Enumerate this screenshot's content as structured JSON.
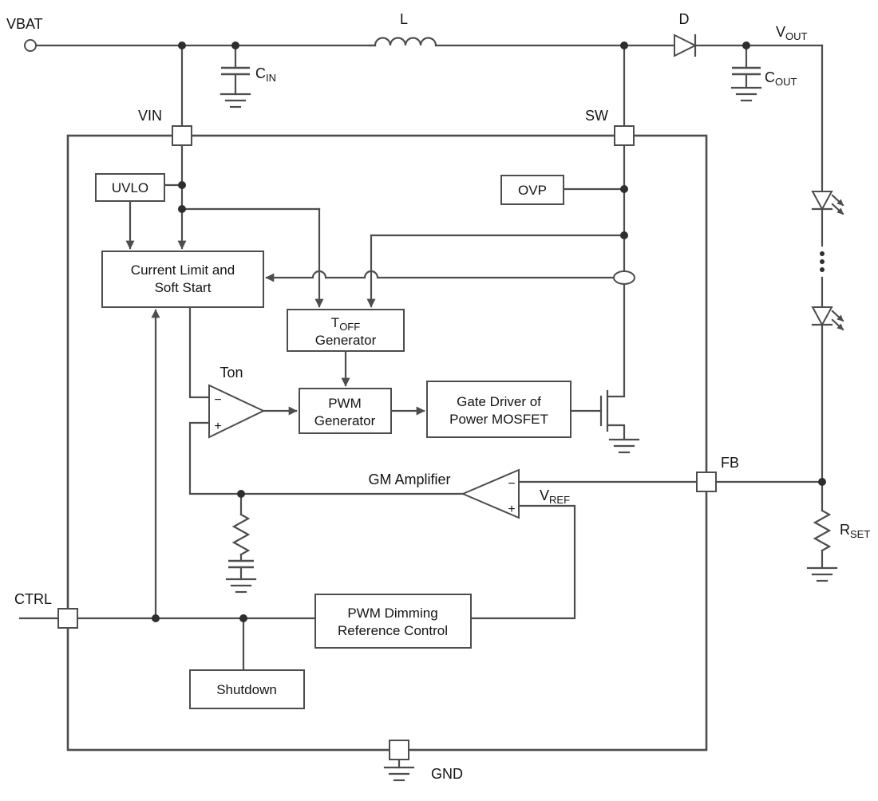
{
  "labels": {
    "vbat": "VBAT",
    "inductor": "L",
    "diode": "D",
    "vout": {
      "main": "V",
      "sub": "OUT"
    },
    "cin": {
      "main": "C",
      "sub": "IN"
    },
    "cout": {
      "main": "C",
      "sub": "OUT"
    },
    "rset": {
      "main": "R",
      "sub": "SET"
    },
    "vref": {
      "main": "V",
      "sub": "REF"
    },
    "ctrl": "CTRL",
    "gnd": "GND"
  },
  "pins": {
    "vin": "VIN",
    "sw": "SW",
    "fb": "FB"
  },
  "blocks": {
    "uvlo": "UVLO",
    "ovp": "OVP",
    "current_limit": {
      "line1": "Current Limit and",
      "line2": "Soft Start"
    },
    "toff": {
      "main": "T",
      "sub": "OFF",
      "line2": "Generator"
    },
    "pwm_gen": {
      "line1": "PWM",
      "line2": "Generator"
    },
    "gate_driver": {
      "line1": "Gate Driver of",
      "line2": "Power MOSFET"
    },
    "pwm_dimming": {
      "line1": "PWM Dimming",
      "line2": "Reference Control"
    },
    "shutdown": "Shutdown"
  },
  "analog": {
    "ton_comparator": "Ton",
    "gm_amplifier": "GM Amplifier",
    "minus": "−",
    "plus": "+"
  },
  "colors": {
    "line": "#4d4d4d",
    "text": "#141414",
    "background": "#ffffff"
  }
}
